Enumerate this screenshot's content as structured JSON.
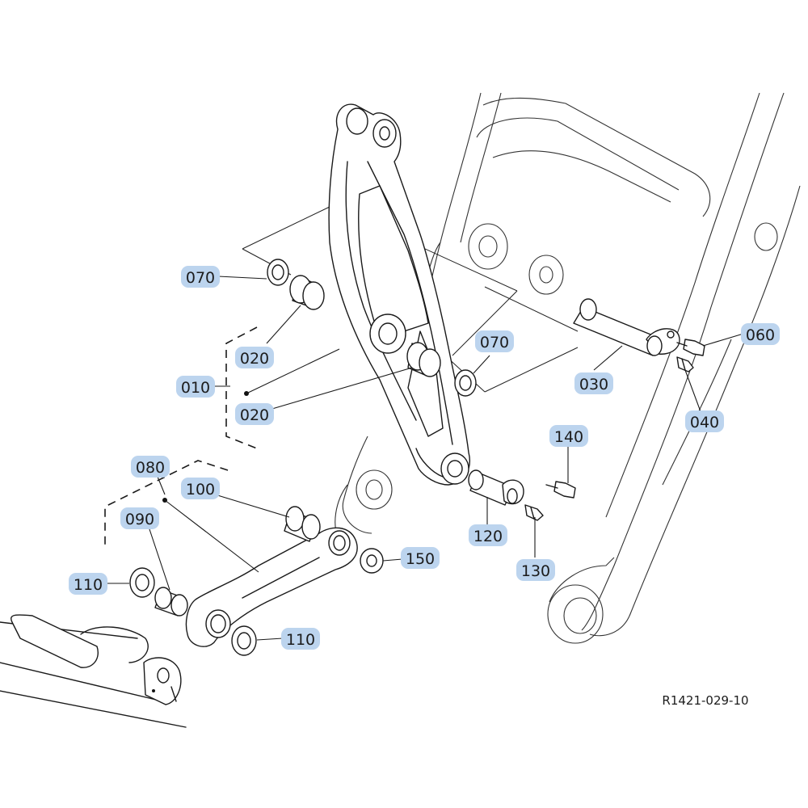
{
  "reference_code": "R1421-029-10",
  "callouts": {
    "c070a": "070",
    "c070b": "070",
    "c020a": "020",
    "c020b": "020",
    "c010": "010",
    "c030": "030",
    "c060": "060",
    "c040": "040",
    "c140": "140",
    "c120": "120",
    "c130": "130",
    "c080": "080",
    "c100": "100",
    "c090": "090",
    "c110a": "110",
    "c110b": "110",
    "c150": "150"
  },
  "colors": {
    "callout_highlight": "#bcd4ee",
    "line": "#1a1a1a",
    "background": "#ffffff"
  }
}
